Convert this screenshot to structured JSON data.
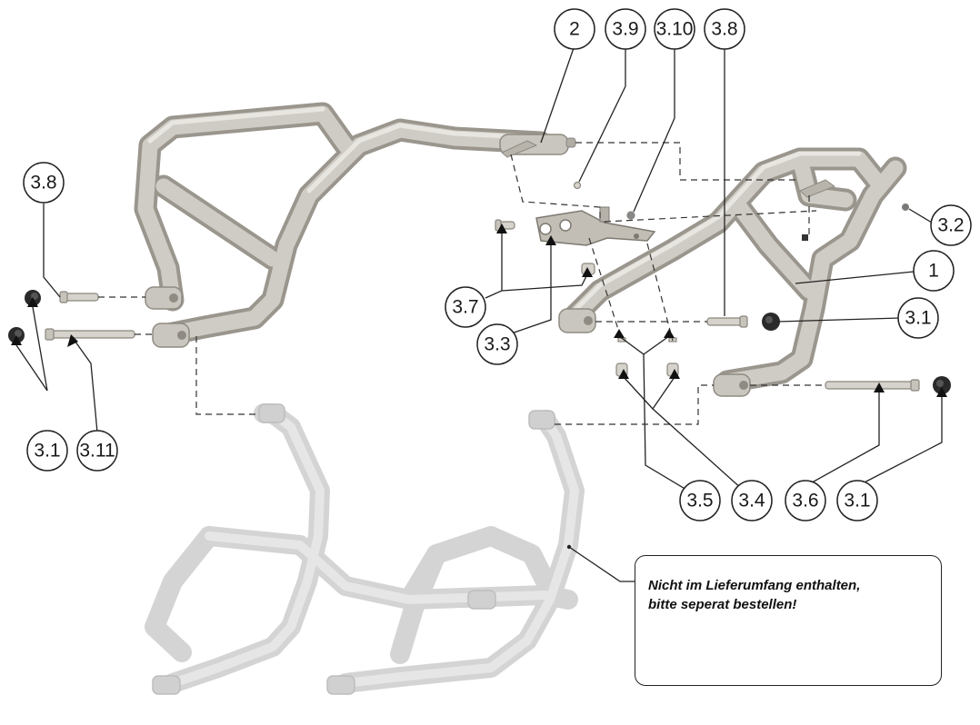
{
  "callouts": [
    "2",
    "3.9",
    "3.10",
    "3.8",
    "3.8",
    "3.2",
    "1",
    "3.1",
    "3.7",
    "3.3",
    "3.1",
    "3.11",
    "3.5",
    "3.4",
    "3.6",
    "3.1"
  ],
  "note": {
    "line1": "Nicht im Lieferumfang enthalten,",
    "line2": "bitte seperat bestellen!"
  },
  "colors": {
    "steel": "#c9c6bf",
    "steel_shadow": "#9a968e",
    "ghost": "#d2d2d2",
    "line": "#222222",
    "cap": "#2a2a2a"
  }
}
